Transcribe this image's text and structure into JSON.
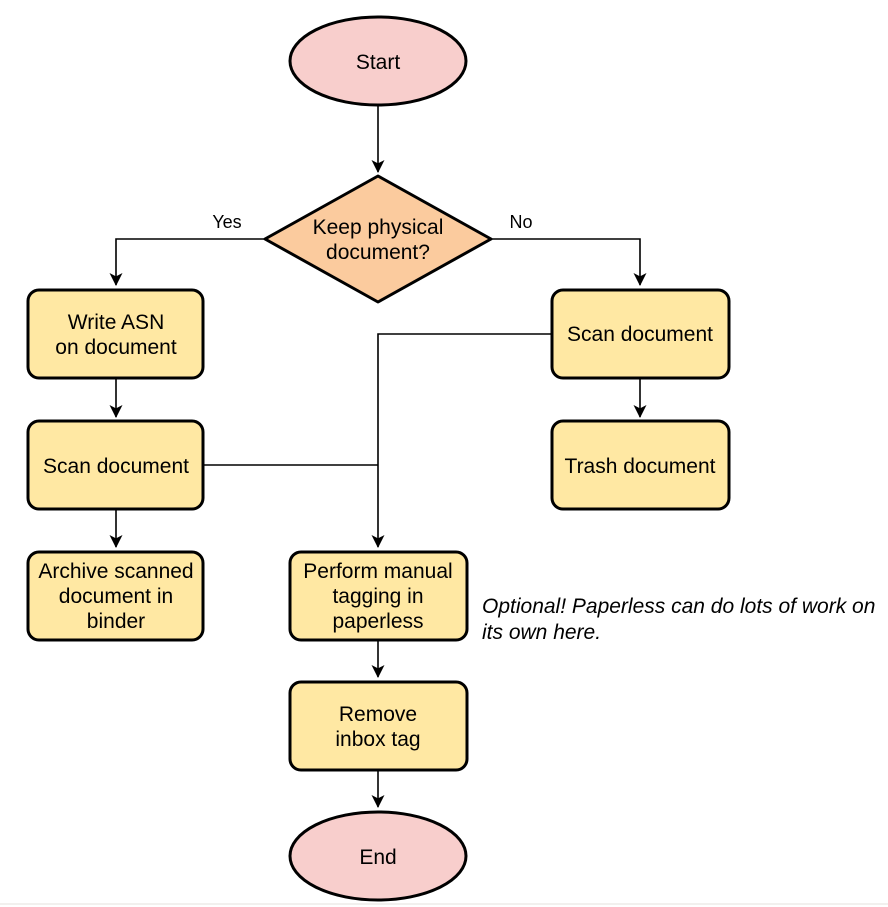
{
  "colors": {
    "terminal_fill": "#F8CECC",
    "decision_fill": "#FBCB9E",
    "process_fill": "#FFE8A3",
    "stroke": "#000000",
    "bottom_border": "#edebe9"
  },
  "nodes": {
    "start": {
      "label": "Start"
    },
    "decision": {
      "lines": [
        "Keep physical",
        "document?"
      ]
    },
    "write_asn": {
      "lines": [
        "Write ASN",
        "on document"
      ]
    },
    "scan_left": {
      "label": "Scan document"
    },
    "archive": {
      "lines": [
        "Archive scanned",
        "document in",
        "binder"
      ]
    },
    "scan_right": {
      "label": "Scan document"
    },
    "trash": {
      "label": "Trash document"
    },
    "tagging": {
      "lines": [
        "Perform manual",
        "tagging in",
        "paperless"
      ]
    },
    "remove_inbox": {
      "lines": [
        "Remove",
        "inbox tag"
      ]
    },
    "end": {
      "label": "End"
    }
  },
  "edge_labels": {
    "yes": "Yes",
    "no": "No"
  },
  "annotation": {
    "lines": [
      "Optional! Paperless can do lots of work on",
      "its own here."
    ]
  }
}
